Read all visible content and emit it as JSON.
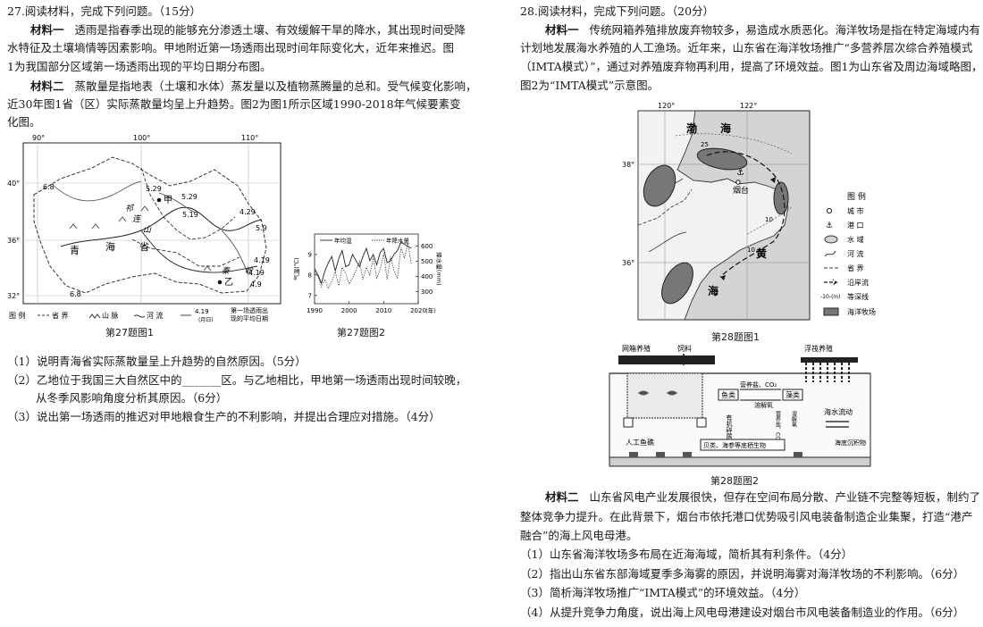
{
  "q27": {
    "header": "27.阅读材料，完成下列问题。（15分）",
    "m1_label": "材料一",
    "m1_l1": "透雨是指春季出现的能够充分渗透土壤、有效缓解干旱的降水，其出现时间受降",
    "m1_l2": "水特征及土壤墒情等因素影响。甲地附近第一场透雨出现时间年际变化大，近年来推迟。图",
    "m1_l3": "1为我国部分区域第一场透雨出现的平均日期分布图。",
    "m2_label": "材料二",
    "m2_l1": "蒸散量是指地表（土壤和水体）蒸发量以及植物蒸腾量的总和。受气候变化影响，",
    "m2_l2": "近30年图1省（区）实际蒸散量均呈上升趋势。图2为图1所示区域1990-2018年气候要素变",
    "m2_l3": "化图。",
    "map": {
      "top_ticks": [
        "90°",
        "100°",
        "110°"
      ],
      "left_ticks": [
        "40°",
        "36°",
        "32°"
      ],
      "isolines": [
        "6.8",
        "5.29",
        "5.29",
        "5.19",
        "4.29",
        "5.9",
        "4.19",
        "4.19",
        "4.9",
        "6.8"
      ],
      "place_labels": [
        "甲",
        "乙",
        "祁",
        "连",
        "山",
        "青",
        "海",
        "省",
        "秦",
        "岭"
      ],
      "legend_title": "图 例",
      "legend_items": [
        "省 界",
        "山 脉",
        "河 流",
        "4.19",
        "第一场透雨出",
        "现的平均日期"
      ],
      "legend_note": "(月日)",
      "caption": "第27题图1"
    },
    "chart_caption": "第27题图2",
    "items": [
      "（1）说明青海省实际蒸散量呈上升趋势的自然原因。（5分）",
      "（2）乙地位于我国三大自然区中的_______区。与乙地相比，甲地第一场透雨出现时间较晚，",
      "从冬季风影响角度分析其原因。（6分）",
      "（3）说出第一场透雨的推迟对甲地粮食生产的不利影响，并提出合理应对措施。（4分）"
    ]
  },
  "q28": {
    "header": "28.阅读材料，完成下列问题。（20分）",
    "m1_label": "材料一",
    "m1_l1": "传统网箱养殖排放废弃物较多，易造成水质恶化。海洋牧场是指在特定海域内有",
    "m1_l2": "计划地发展海水养殖的人工渔场。近年来，山东省在海洋牧场推广“多营养层次综合养殖模式",
    "m1_l3": "（IMTA模式）”，通过对养殖废弃物再利用，提高了环境效益。图1为山东省及周边海域略图，",
    "m1_l4": "图2为“IMTA模式”示意图。",
    "map": {
      "top_ticks": [
        "120°",
        "122°"
      ],
      "left_ticks": [
        "38°",
        "36°"
      ],
      "sea_labels": [
        "渤",
        "海",
        "黄",
        "海"
      ],
      "city": "烟台",
      "depths": [
        "25",
        "10",
        "10"
      ],
      "legend_title": "图 例",
      "legend": [
        "城 市",
        "港 口",
        "水 域",
        "河 流",
        "省 界",
        "沿岸流",
        "等深线",
        "海洋牧场"
      ],
      "legend_note": "-10-(m)",
      "caption": "第28题图1"
    },
    "diagram": {
      "labels": [
        "网箱养殖",
        "饲料",
        "浮筏养殖",
        "鱼类",
        "营养盐、CO₂",
        "藻类",
        "溶解氧",
        "有机碎屑",
        "营养盐、CO₂",
        "溶解氧",
        "海水流动",
        "人工鱼礁",
        "贝类、海参等底栖生物",
        "海底沉积物"
      ],
      "caption": "第28题图2"
    },
    "m2_label": "材料二",
    "m2_l1": "山东省风电产业发展很快，但存在空间布局分散、产业链不完整等短板，制约了",
    "m2_l2": "整体竞争力提升。在此背景下，烟台市依托港口优势吸引风电装备制造企业集聚，打造“港产",
    "m2_l3": "融合”的海上风电母港。",
    "items": [
      "（1）山东省海洋牧场多布局在近海海域，简析其有利条件。（4分）",
      "（2）指出山东省东部海域夏季多海雾的原因，并说明海雾对海洋牧场的不利影响。（6分）",
      "（3）简析海洋牧场推广“IMTA模式”的环境效益。（4分）",
      "（4）从提升竞争力角度，说出海上风电母港建设对烟台市风电装备制造业的作用。（6分）"
    ]
  },
  "chart_data": {
    "type": "line",
    "title": "",
    "xlabel": "(年)",
    "x_ticks": [
      1990,
      2000,
      2010,
      2020
    ],
    "x": [
      1990,
      1991,
      1992,
      1993,
      1994,
      1995,
      1996,
      1997,
      1998,
      1999,
      2000,
      2001,
      2002,
      2003,
      2004,
      2005,
      2006,
      2007,
      2008,
      2009,
      2010,
      2011,
      2012,
      2013,
      2014,
      2015,
      2016,
      2017,
      2018
    ],
    "left_axis": {
      "label": "气温(℃)",
      "ticks": [
        7,
        8,
        9
      ],
      "ylim": [
        6.6,
        10.0
      ]
    },
    "right_axis": {
      "label": "降水量(mm)",
      "ticks": [
        300,
        400,
        500,
        600
      ],
      "ylim": [
        220,
        680
      ]
    },
    "series": [
      {
        "name": "年均温",
        "axis": "left",
        "style": "solid",
        "values": [
          8.3,
          8.0,
          7.6,
          8.2,
          8.6,
          8.9,
          8.2,
          8.8,
          9.2,
          8.4,
          8.5,
          9.0,
          8.7,
          8.4,
          8.9,
          9.3,
          8.7,
          9.0,
          8.5,
          9.1,
          9.3,
          8.6,
          8.7,
          9.0,
          9.2,
          9.6,
          9.5,
          9.4,
          9.3
        ]
      },
      {
        "name": "年降水量",
        "axis": "right",
        "style": "dotted",
        "values": [
          430,
          400,
          330,
          380,
          320,
          370,
          430,
          340,
          460,
          420,
          350,
          390,
          440,
          500,
          380,
          460,
          410,
          520,
          390,
          450,
          550,
          380,
          530,
          440,
          390,
          590,
          520,
          620,
          480
        ]
      }
    ]
  }
}
